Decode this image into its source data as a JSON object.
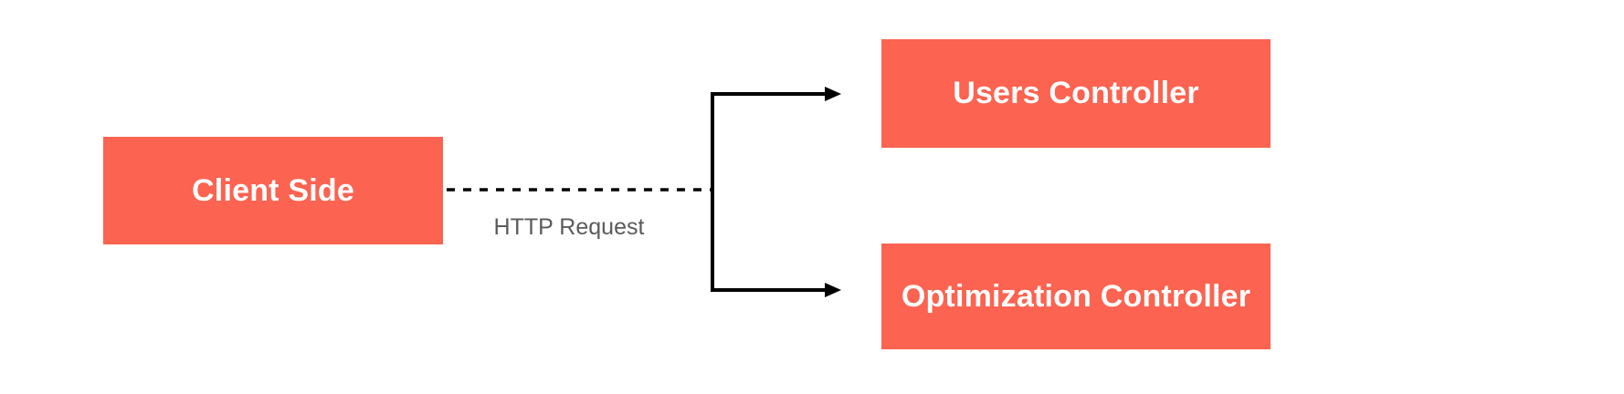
{
  "diagram": {
    "title": "client-to-controllers-routing-diagram",
    "background_color": "#FFFFFF",
    "accent_color": "#FC6350",
    "node_text_color": "#FFFFFF",
    "line_color": "#000000",
    "edge_label_color": "#5A5A5A",
    "nodes": [
      {
        "id": "client-side",
        "label": "Client Side"
      },
      {
        "id": "users-controller",
        "label": "Users Controller"
      },
      {
        "id": "optimization-controller",
        "label": "Optimization Controller"
      }
    ],
    "edges": [
      {
        "from": "client-side",
        "to": [
          "users-controller",
          "optimization-controller"
        ],
        "label": "HTTP Request",
        "style": "dashed-then-solid-branch-with-arrows"
      }
    ],
    "edge_label": "HTTP Request"
  }
}
